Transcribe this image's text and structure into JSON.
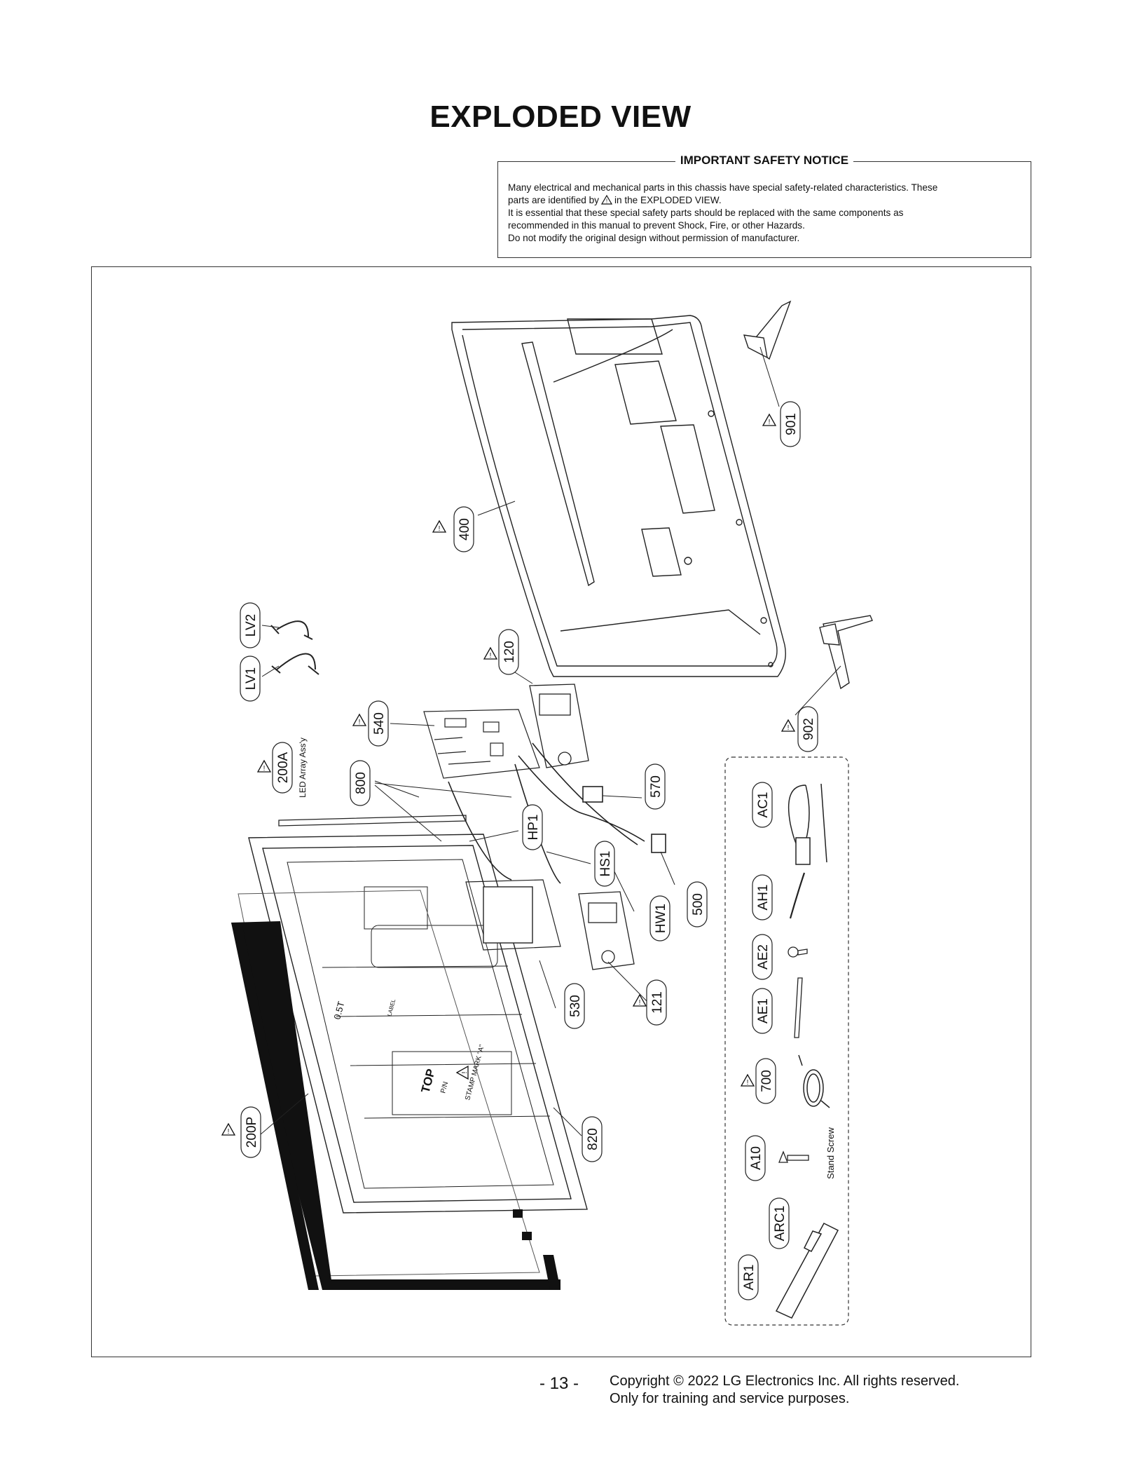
{
  "page": {
    "title": "EXPLODED VIEW",
    "page_number": "- 13 -",
    "copyright_line1": "Copyright © 2022 LG Electronics Inc. All rights reserved.",
    "copyright_line2": "Only for training and service purposes."
  },
  "notice": {
    "heading": "IMPORTANT SAFETY NOTICE",
    "line1": "Many electrical and mechanical parts in this chassis have special safety-related characteristics. These",
    "line2a": "parts are identified by",
    "line2b": "in the EXPLODED VIEW.",
    "line3": "It is essential that these special safety parts should be replaced with the same components as",
    "line4": "recommended in this manual to prevent Shock, Fire, or other Hazards.",
    "line5": "Do not modify the original design without permission of manufacturer."
  },
  "parts": {
    "p901": "901",
    "p902": "902",
    "p400": "400",
    "p120": "120",
    "p540": "540",
    "p200A": "200A",
    "p200A_desc": "LED Array Ass'y",
    "p800": "800",
    "p570": "570",
    "pHP1": "HP1",
    "pHS1": "HS1",
    "pHW1": "HW1",
    "p500": "500",
    "p530": "530",
    "p121": "121",
    "p820": "820",
    "p200P": "200P",
    "pLV2": "LV2",
    "pLV1": "LV1"
  },
  "accessories": {
    "AC1": "AC1",
    "AH1": "AH1",
    "AE2": "AE2",
    "AE1": "AE1",
    "p700": "700",
    "A10": "A10",
    "A10_desc": "Stand Screw",
    "ARC1": "ARC1",
    "AR1": "AR1"
  },
  "silkscreen": {
    "top_label": "TOP",
    "sub_label": "P/N",
    "stamp": "STAMP MARK \"A\"",
    "thickness": "0.5T",
    "label": "LABEL"
  },
  "icons": {
    "safety_mark": "warning-triangle-icon"
  }
}
